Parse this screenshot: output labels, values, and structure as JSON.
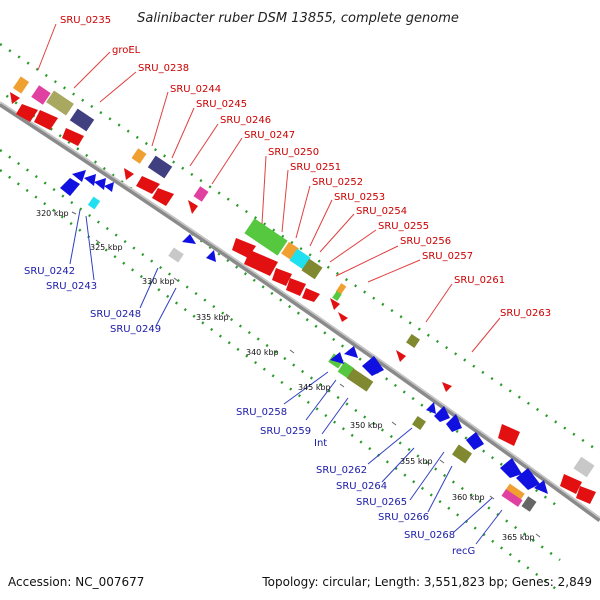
{
  "title": "Salinibacter ruber DSM 13855, complete genome",
  "footer": {
    "accession": "Accession: NC_007677",
    "summary": "Topology: circular; Length: 3,551,823 bp; Genes: 2,849"
  },
  "colors": {
    "forward_label": "#cc0000",
    "reverse_label": "#1a1aa8",
    "backbone": "#888888",
    "dotted_track": "#2a9a2a"
  },
  "forward_labels": [
    "SRU_0235",
    "groEL",
    "SRU_0238",
    "SRU_0244",
    "SRU_0245",
    "SRU_0246",
    "SRU_0247",
    "SRU_0250",
    "SRU_0251",
    "SRU_0252",
    "SRU_0253",
    "SRU_0254",
    "SRU_0255",
    "SRU_0256",
    "SRU_0257",
    "SRU_0261",
    "SRU_0263"
  ],
  "reverse_labels": [
    "SRU_0242",
    "SRU_0243",
    "SRU_0248",
    "SRU_0249",
    "SRU_0258",
    "SRU_0259",
    "Int",
    "SRU_0262",
    "SRU_0264",
    "SRU_0265",
    "SRU_0266",
    "SRU_0268",
    "recG"
  ],
  "kbp_ticks": [
    "320 kbp",
    "325 kbp",
    "330 kbp",
    "335 kbp",
    "340 kbp",
    "345 kbp",
    "350 kbp",
    "355 kbp",
    "360 kbp",
    "365 kbp"
  ]
}
